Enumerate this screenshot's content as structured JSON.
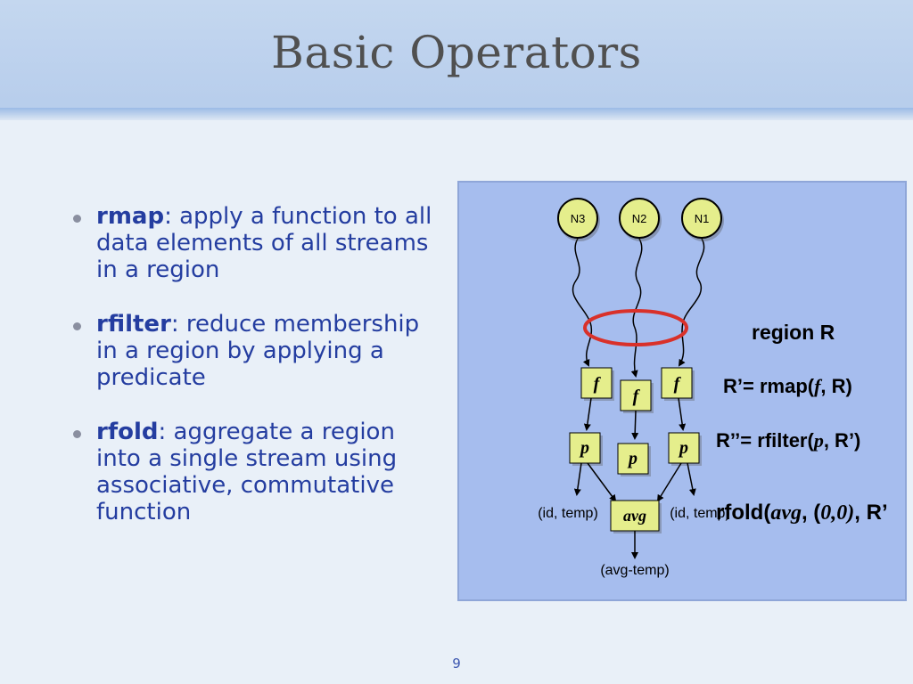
{
  "slide": {
    "title": "Basic Operators",
    "page_number": "9"
  },
  "bullets": [
    {
      "term": "rmap",
      "text": ": apply a function to all data elements of all streams in a region"
    },
    {
      "term": "rfilter",
      "text": ": reduce membership in a region by applying a predicate"
    },
    {
      "term": "rfold",
      "text": ": aggregate a region into a single stream using associative, commutative function"
    }
  ],
  "diagram": {
    "nodes": [
      "N3",
      "N2",
      "N1"
    ],
    "region_label": "region R",
    "map_op": "f",
    "filter_op": "p",
    "fold_op": "avg",
    "formula_rmap": {
      "prefix": "R’= rmap(",
      "arg": "f",
      "suffix": ", R)"
    },
    "formula_rfilter": {
      "prefix": "R’’= rfilter(",
      "arg": "p",
      "suffix": ", R’)"
    },
    "formula_rfold": {
      "prefix": "rfold(",
      "arg": "avg",
      "mid": ", (",
      "arg2": "0,0)",
      "suffix": ", R’"
    },
    "input_label_left": "(id, temp)",
    "input_label_right": "(id, temp)",
    "output_label": "(avg-temp)",
    "colors": {
      "panel": "#a6bdee",
      "box_fill": "#e5ee8c",
      "region_ellipse": "#d9312a"
    }
  }
}
